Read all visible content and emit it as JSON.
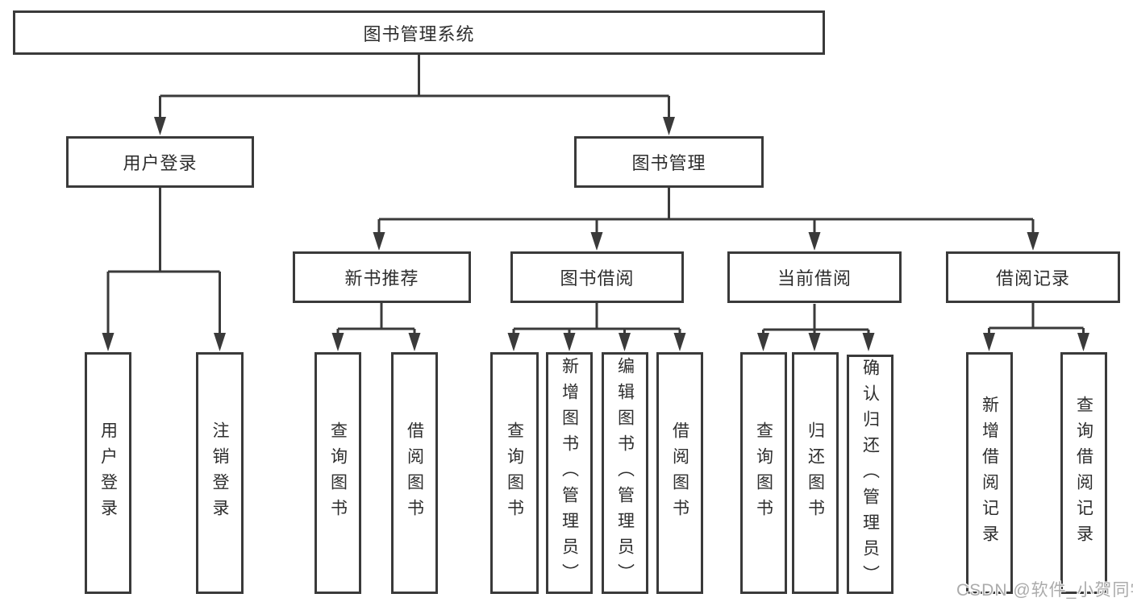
{
  "diagram": {
    "root": "图书管理系统",
    "level2": [
      "用户登录",
      "图书管理"
    ],
    "level3": [
      "新书推荐",
      "图书借阅",
      "当前借阅",
      "借阅记录"
    ],
    "leaves": [
      "用户登录",
      "注销登录",
      "查询图书",
      "借阅图书",
      "查询图书",
      "新增图书（管理员）",
      "编辑图书（管理员）",
      "借阅图书",
      "查询图书",
      "归还图书",
      "确认归还（管理员）",
      "新增借阅记录",
      "查询借阅记录"
    ]
  },
  "watermark": {
    "text": "CSDN @软件_小贺同学"
  },
  "colors": {
    "line": "#3a3a3a",
    "box_border": "#3a3a3a",
    "text": "#2e2e2e",
    "background": "#ffffff",
    "watermark": "#ababab"
  }
}
